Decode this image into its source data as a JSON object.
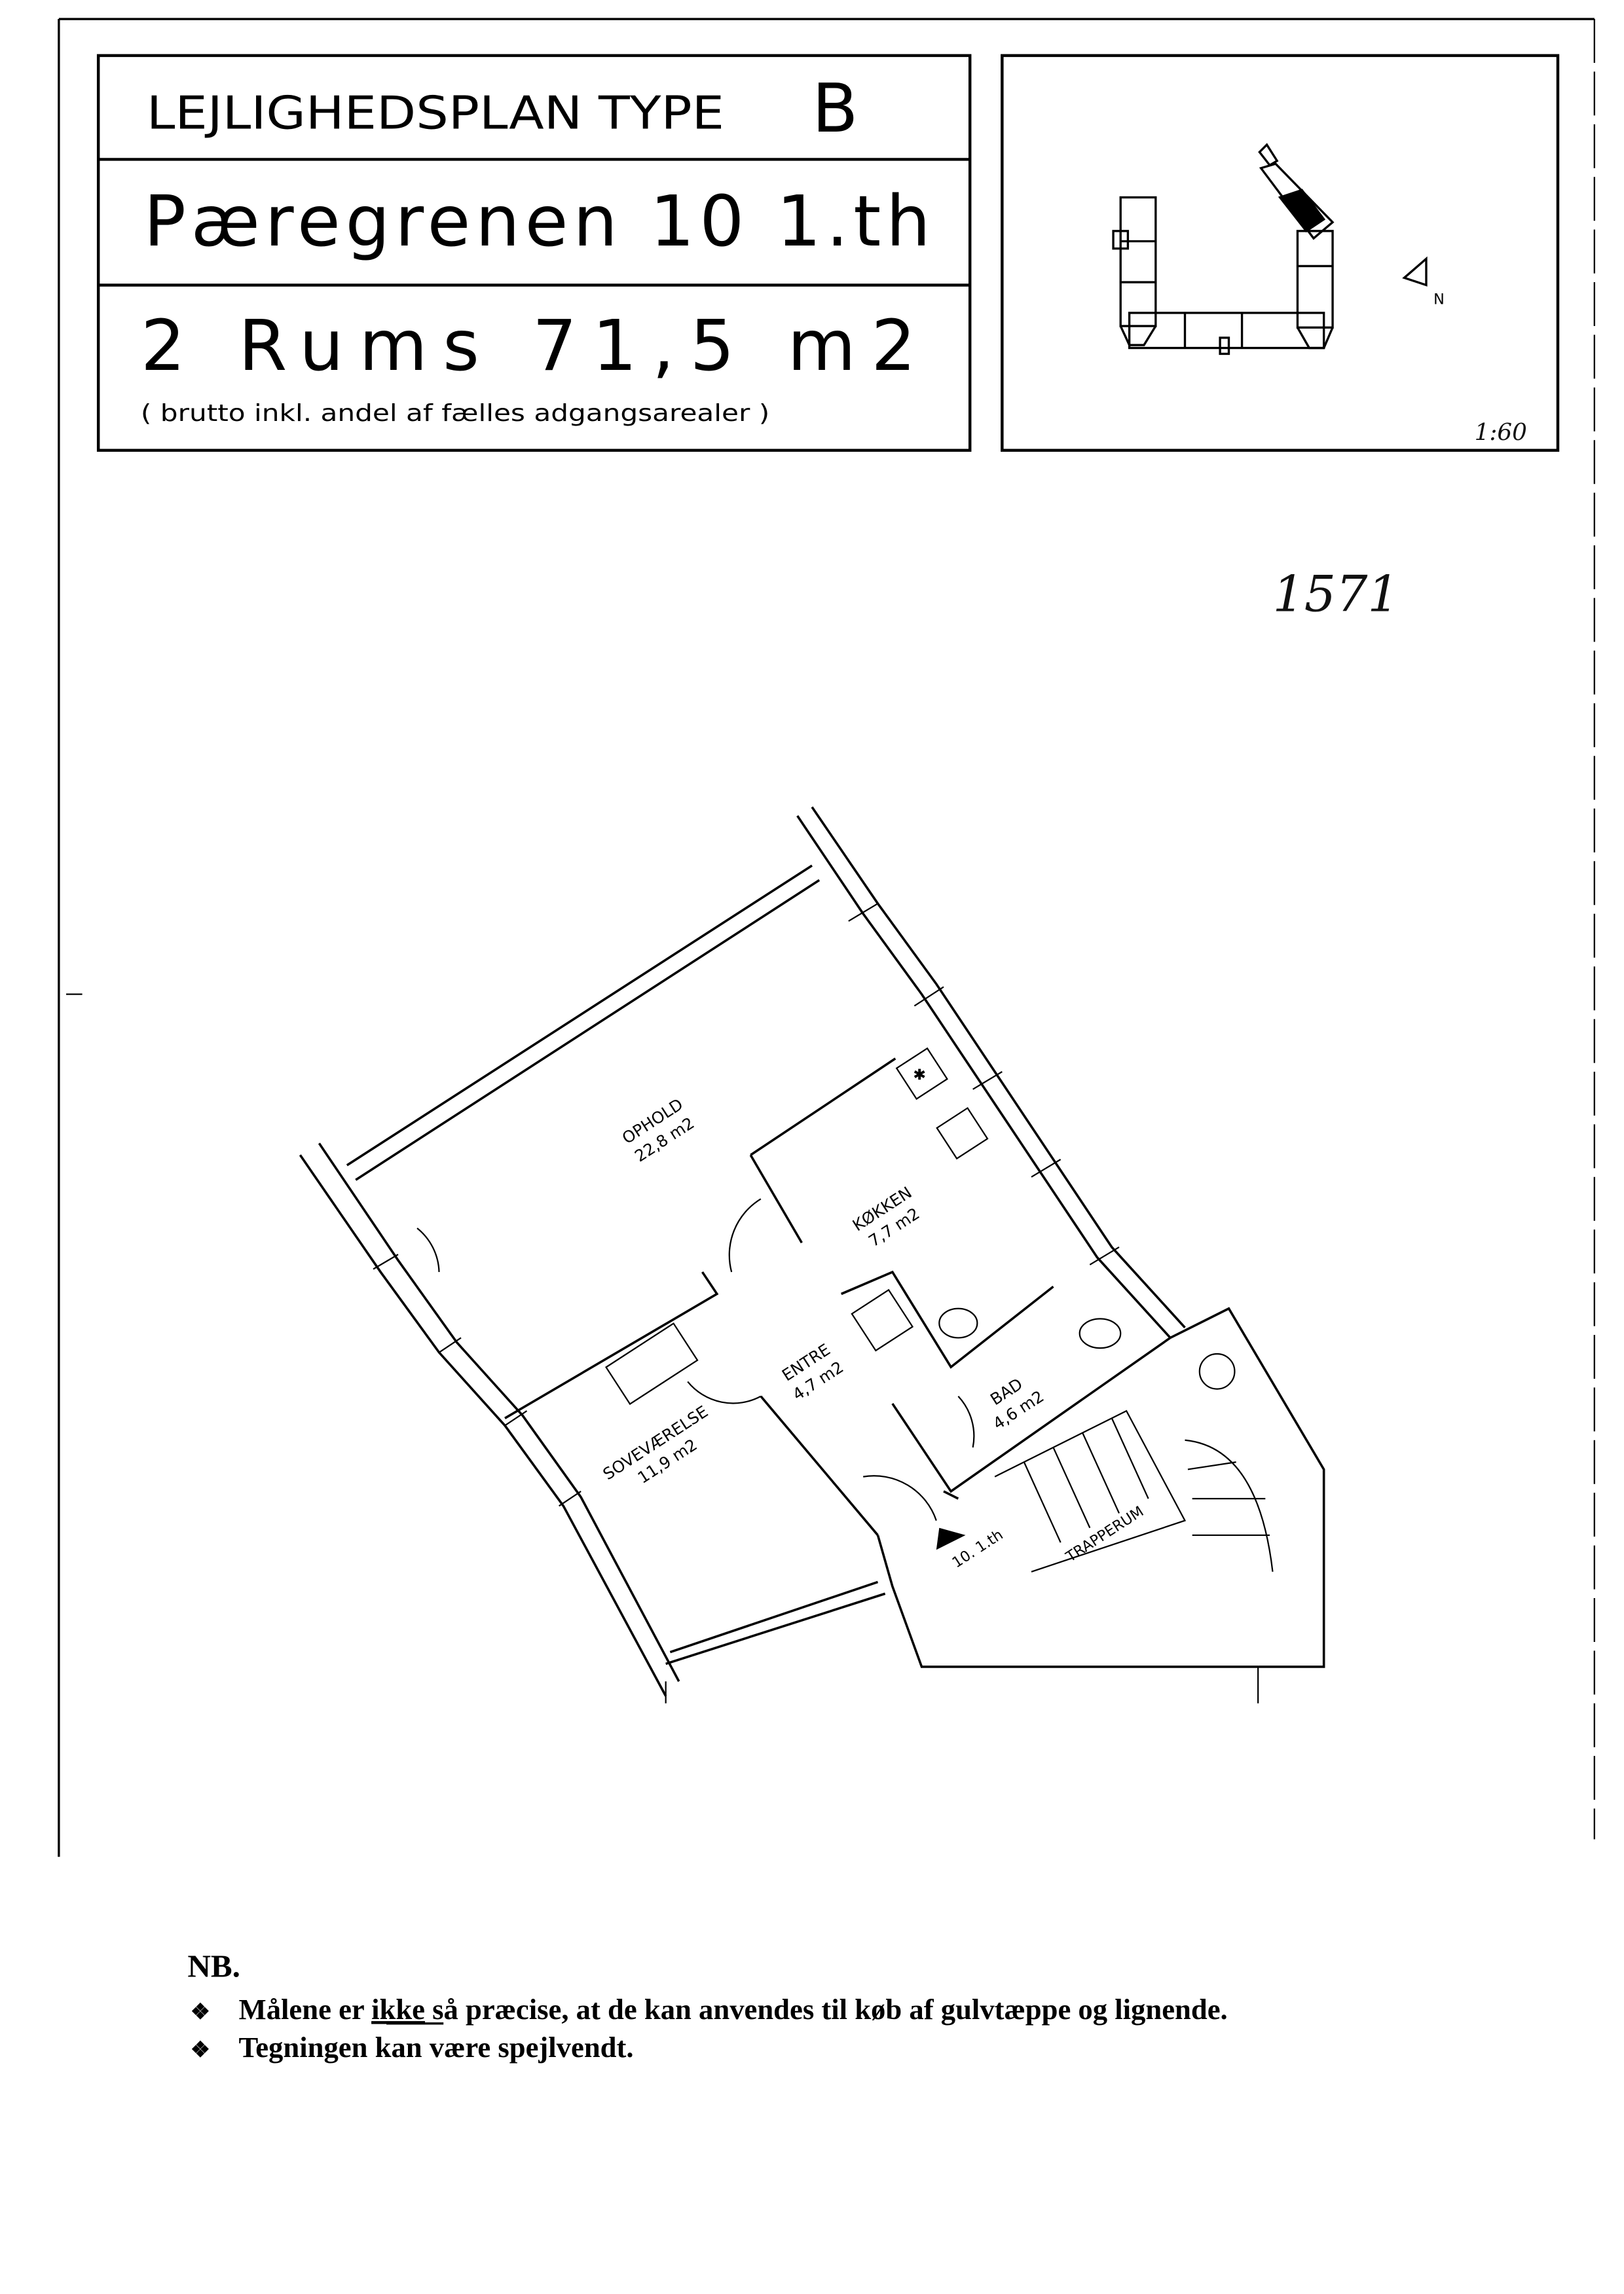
{
  "title_block": {
    "heading": "LEJLIGHEDSPLAN  TYPE",
    "type": "B",
    "address": "Pæregrenen  10  1.th",
    "size": "2 Rums   71,5  m2",
    "note": "( brutto inkl. andel af fælles adgangsarealer )"
  },
  "key_plan": {
    "north_label": "N",
    "handwritten_scale": "1:60"
  },
  "handwritten_number": "1571",
  "rooms": [
    {
      "name": "OPHOLD",
      "area": "22,8 m2"
    },
    {
      "name": "KØKKEN",
      "area": "7,7 m2"
    },
    {
      "name": "ENTRE",
      "area": "4,7 m2"
    },
    {
      "name": "BAD",
      "area": "4,6 m2"
    },
    {
      "name": "SOVEVÆRELSE",
      "area": "11,9 m2"
    },
    {
      "name": "TRAPPERUM",
      "area": ""
    }
  ],
  "entrance_label": "10. 1.th",
  "notes": {
    "heading": "NB.",
    "item1_pre": "Målene er ",
    "item1_emph": "ikke",
    "item1_post": " så præcise, at de kan anvendes til køb af gulvtæppe og lignende.",
    "item2": "Tegningen kan være spejlvendt.",
    "bullet": "❖"
  }
}
